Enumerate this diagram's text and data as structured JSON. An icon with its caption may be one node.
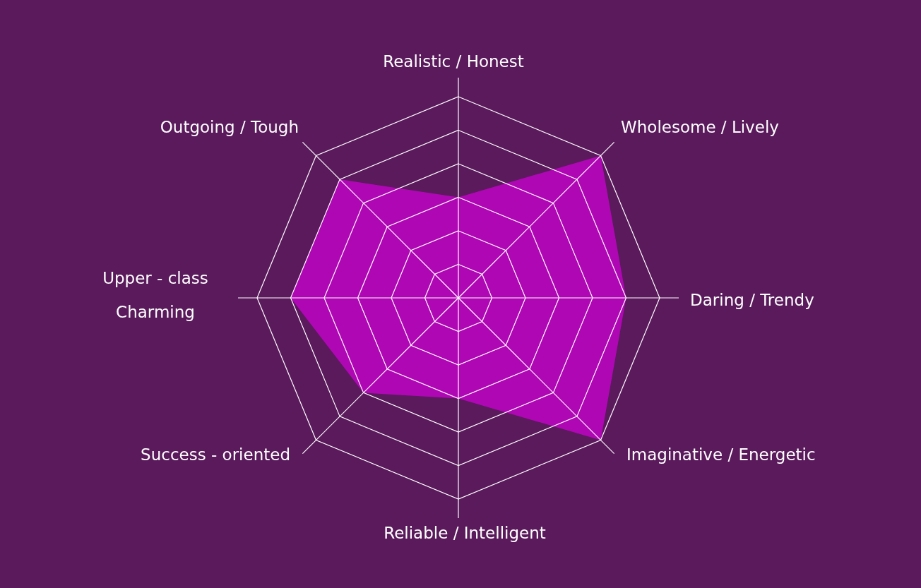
{
  "diagram": {
    "labels": [
      "Realistic / Honest",
      "Outgoing / Tough",
      "Wholesome / Lively",
      "Upper - class Charming",
      "Daring / Trendy",
      "Success - oriented",
      "Imaginative / Energetic",
      "Reliable / Intelligent"
    ]
  }
}
